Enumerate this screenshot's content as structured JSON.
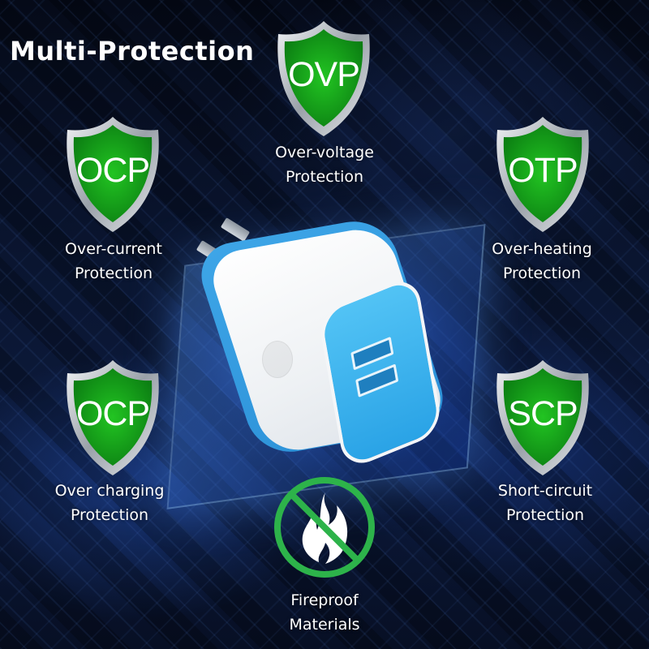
{
  "title": "Multi-Protection",
  "colors": {
    "shield_green": "#1aa21a",
    "shield_silver": "#c8ccd2",
    "prohibit_green": "#2db34a",
    "charger_blue": "#3aa8ea",
    "text": "#ffffff"
  },
  "features": [
    {
      "code": "OVP",
      "line1": "Over-voltage",
      "line2": "Protection",
      "icon": "shield-icon"
    },
    {
      "code": "OCP",
      "line1": "Over-current",
      "line2": "Protection",
      "icon": "shield-icon"
    },
    {
      "code": "OTP",
      "line1": "Over-heating",
      "line2": "Protection",
      "icon": "shield-icon"
    },
    {
      "code": "OCP",
      "line1": "Over charging",
      "line2": "Protection",
      "icon": "shield-icon"
    },
    {
      "code": "SCP",
      "line1": "Short-circuit",
      "line2": "Protection",
      "icon": "shield-icon"
    }
  ],
  "fireproof": {
    "line1": "Fireproof",
    "line2": "Materials",
    "icon": "no-fire-icon"
  },
  "product": {
    "name": "dual-usb-wall-charger",
    "ports": 2
  }
}
